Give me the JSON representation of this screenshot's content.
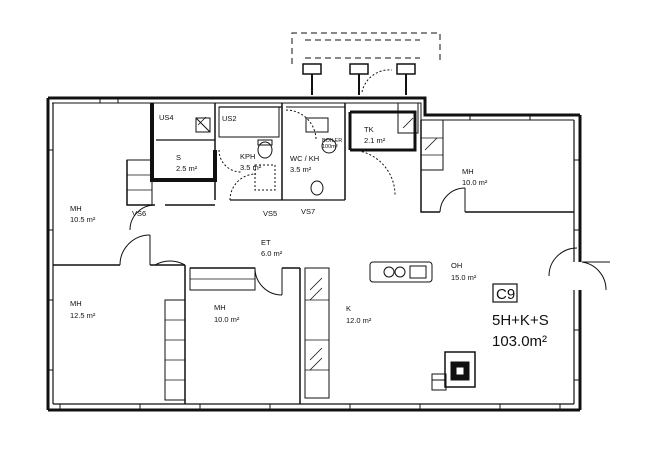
{
  "plan": {
    "code": "C9",
    "type": "5H+K+S",
    "area": "103.0m²"
  },
  "rooms": {
    "mh_left_top": {
      "name": "MH",
      "area": "10.5 m²"
    },
    "mh_left_bottom": {
      "name": "MH",
      "area": "12.5 m²"
    },
    "mh_center_bottom": {
      "name": "MH",
      "area": "10.0 m²"
    },
    "mh_right_top": {
      "name": "MH",
      "area": "10.0 m²"
    },
    "us4": {
      "name": "US4"
    },
    "us2": {
      "name": "US2"
    },
    "sauna": {
      "name": "S",
      "area": "2.5 m²"
    },
    "kph": {
      "name": "KPH",
      "area": "3.5 m²"
    },
    "wc": {
      "name": "WC / KH",
      "area": "3.5 m²"
    },
    "tk": {
      "name": "TK",
      "area": "2.1 m²"
    },
    "boiler": {
      "line1": "BOILER",
      "line2": "100m³"
    },
    "et": {
      "name": "ET",
      "area": "6.0 m²"
    },
    "oh": {
      "name": "OH",
      "area": "15.0 m²"
    },
    "k": {
      "name": "K",
      "area": "12.0 m²"
    }
  },
  "closets": {
    "vs6": "VS6",
    "vs5": "VS5",
    "vs7": "VS7"
  }
}
